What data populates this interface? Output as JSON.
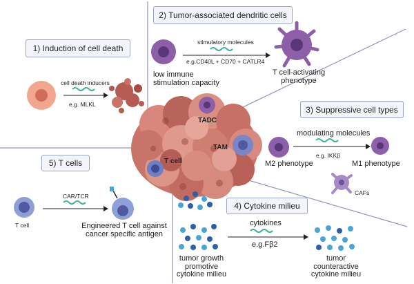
{
  "sections": {
    "cell_death": {
      "title": "1) Induction of cell death",
      "arrow_label": "cell death inducers",
      "example": "e.g. MLKL"
    },
    "dendritic": {
      "title": "2) Tumor-associated dendritic cells",
      "arrow_label": "stimulatory molecules",
      "example": "e.g.CD40L + CD70 + CATLR4",
      "left_label_line1": "low immune",
      "left_label_line2": "stimulation capacity",
      "right_label_line1": "T cell-activating",
      "right_label_line2": "phenotype"
    },
    "suppressive": {
      "title": "3) Suppressive cell types",
      "arrow_label": "modulating molecules",
      "example": "e.g. IKKβ",
      "left_label": "M2 phenotype",
      "right_label": "M1 phenotype",
      "cafs_label": "CAFs"
    },
    "cytokine": {
      "title": "4) Cytokine milieu",
      "arrow_label": "cytokines",
      "example": "e.g.Fβ2",
      "left_label_line1": "tumor growth",
      "left_label_line2": "promotive",
      "left_label_line3": "cytokine milieu",
      "right_label_line1": "tumor",
      "right_label_line2": "counteractive",
      "right_label_line3": "cytokine milieu"
    },
    "tcells": {
      "title": "5) T cells",
      "arrow_label": "CAR/TCR",
      "left_label": "T cell",
      "right_label_line1": "Engineered T cell against",
      "right_label_line2": "cancer specific antigen"
    }
  },
  "tumor_labels": {
    "tadc": "TADC",
    "tam": "TAM",
    "tcell": "T cell"
  },
  "colors": {
    "tumor": "#d9877b",
    "tumor_dark": "#a6534a",
    "purple": "#8c5fa8",
    "blue_cell": "#6f7fc4",
    "dots_dark": "#2f5fa8",
    "dots_light": "#48a6d6",
    "green_wave": "#3fb39a",
    "box_border": "#9aa3c4",
    "divider": "#8e97b8"
  }
}
